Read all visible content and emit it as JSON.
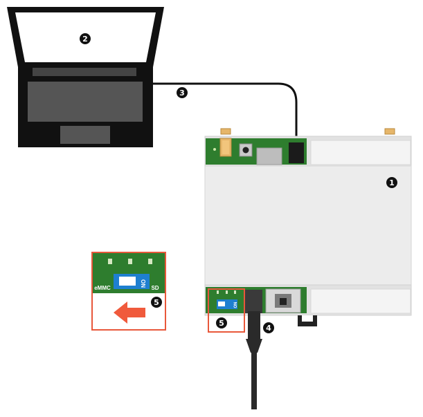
{
  "colors": {
    "pcb_green": "#2e7d2e",
    "enclosure": "#ececec",
    "callout_border": "#e8573a",
    "arrow": "#f05a3c",
    "switch_blue": "#1e7fd0",
    "laptop": "#111111",
    "cable": "#111111"
  },
  "markers": {
    "device": "1",
    "laptop": "2",
    "usb_cable": "3",
    "power_cable": "4",
    "boot_switch": "5"
  },
  "switch_detail": {
    "left_label": "eMMC",
    "right_label": "SD",
    "on_label": "ON",
    "position": "eMMC"
  },
  "board_switch": {
    "on_label": "ON"
  }
}
